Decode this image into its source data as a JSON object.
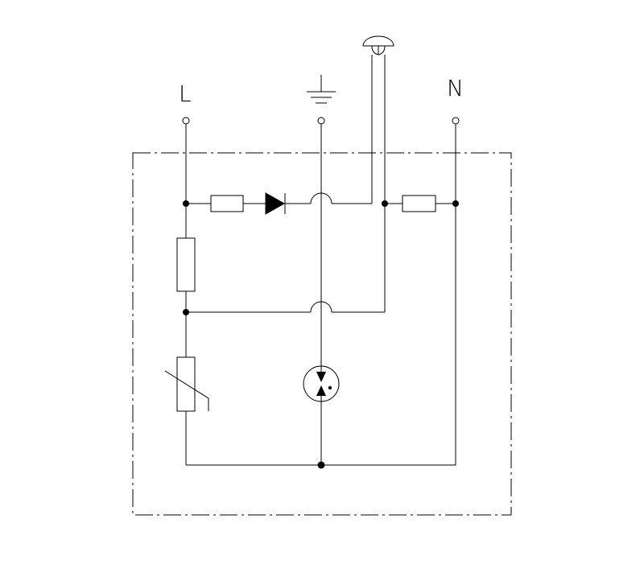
{
  "terminals": {
    "line_label": "L",
    "neutral_label": "N"
  },
  "icons": {
    "earth": "earth-ground-symbol",
    "indicator": "indicator-lamp-symbol",
    "diode": "diode-symbol",
    "varistor": "varistor-symbol",
    "gas_discharge_tube": "gas-discharge-tube-symbol"
  }
}
